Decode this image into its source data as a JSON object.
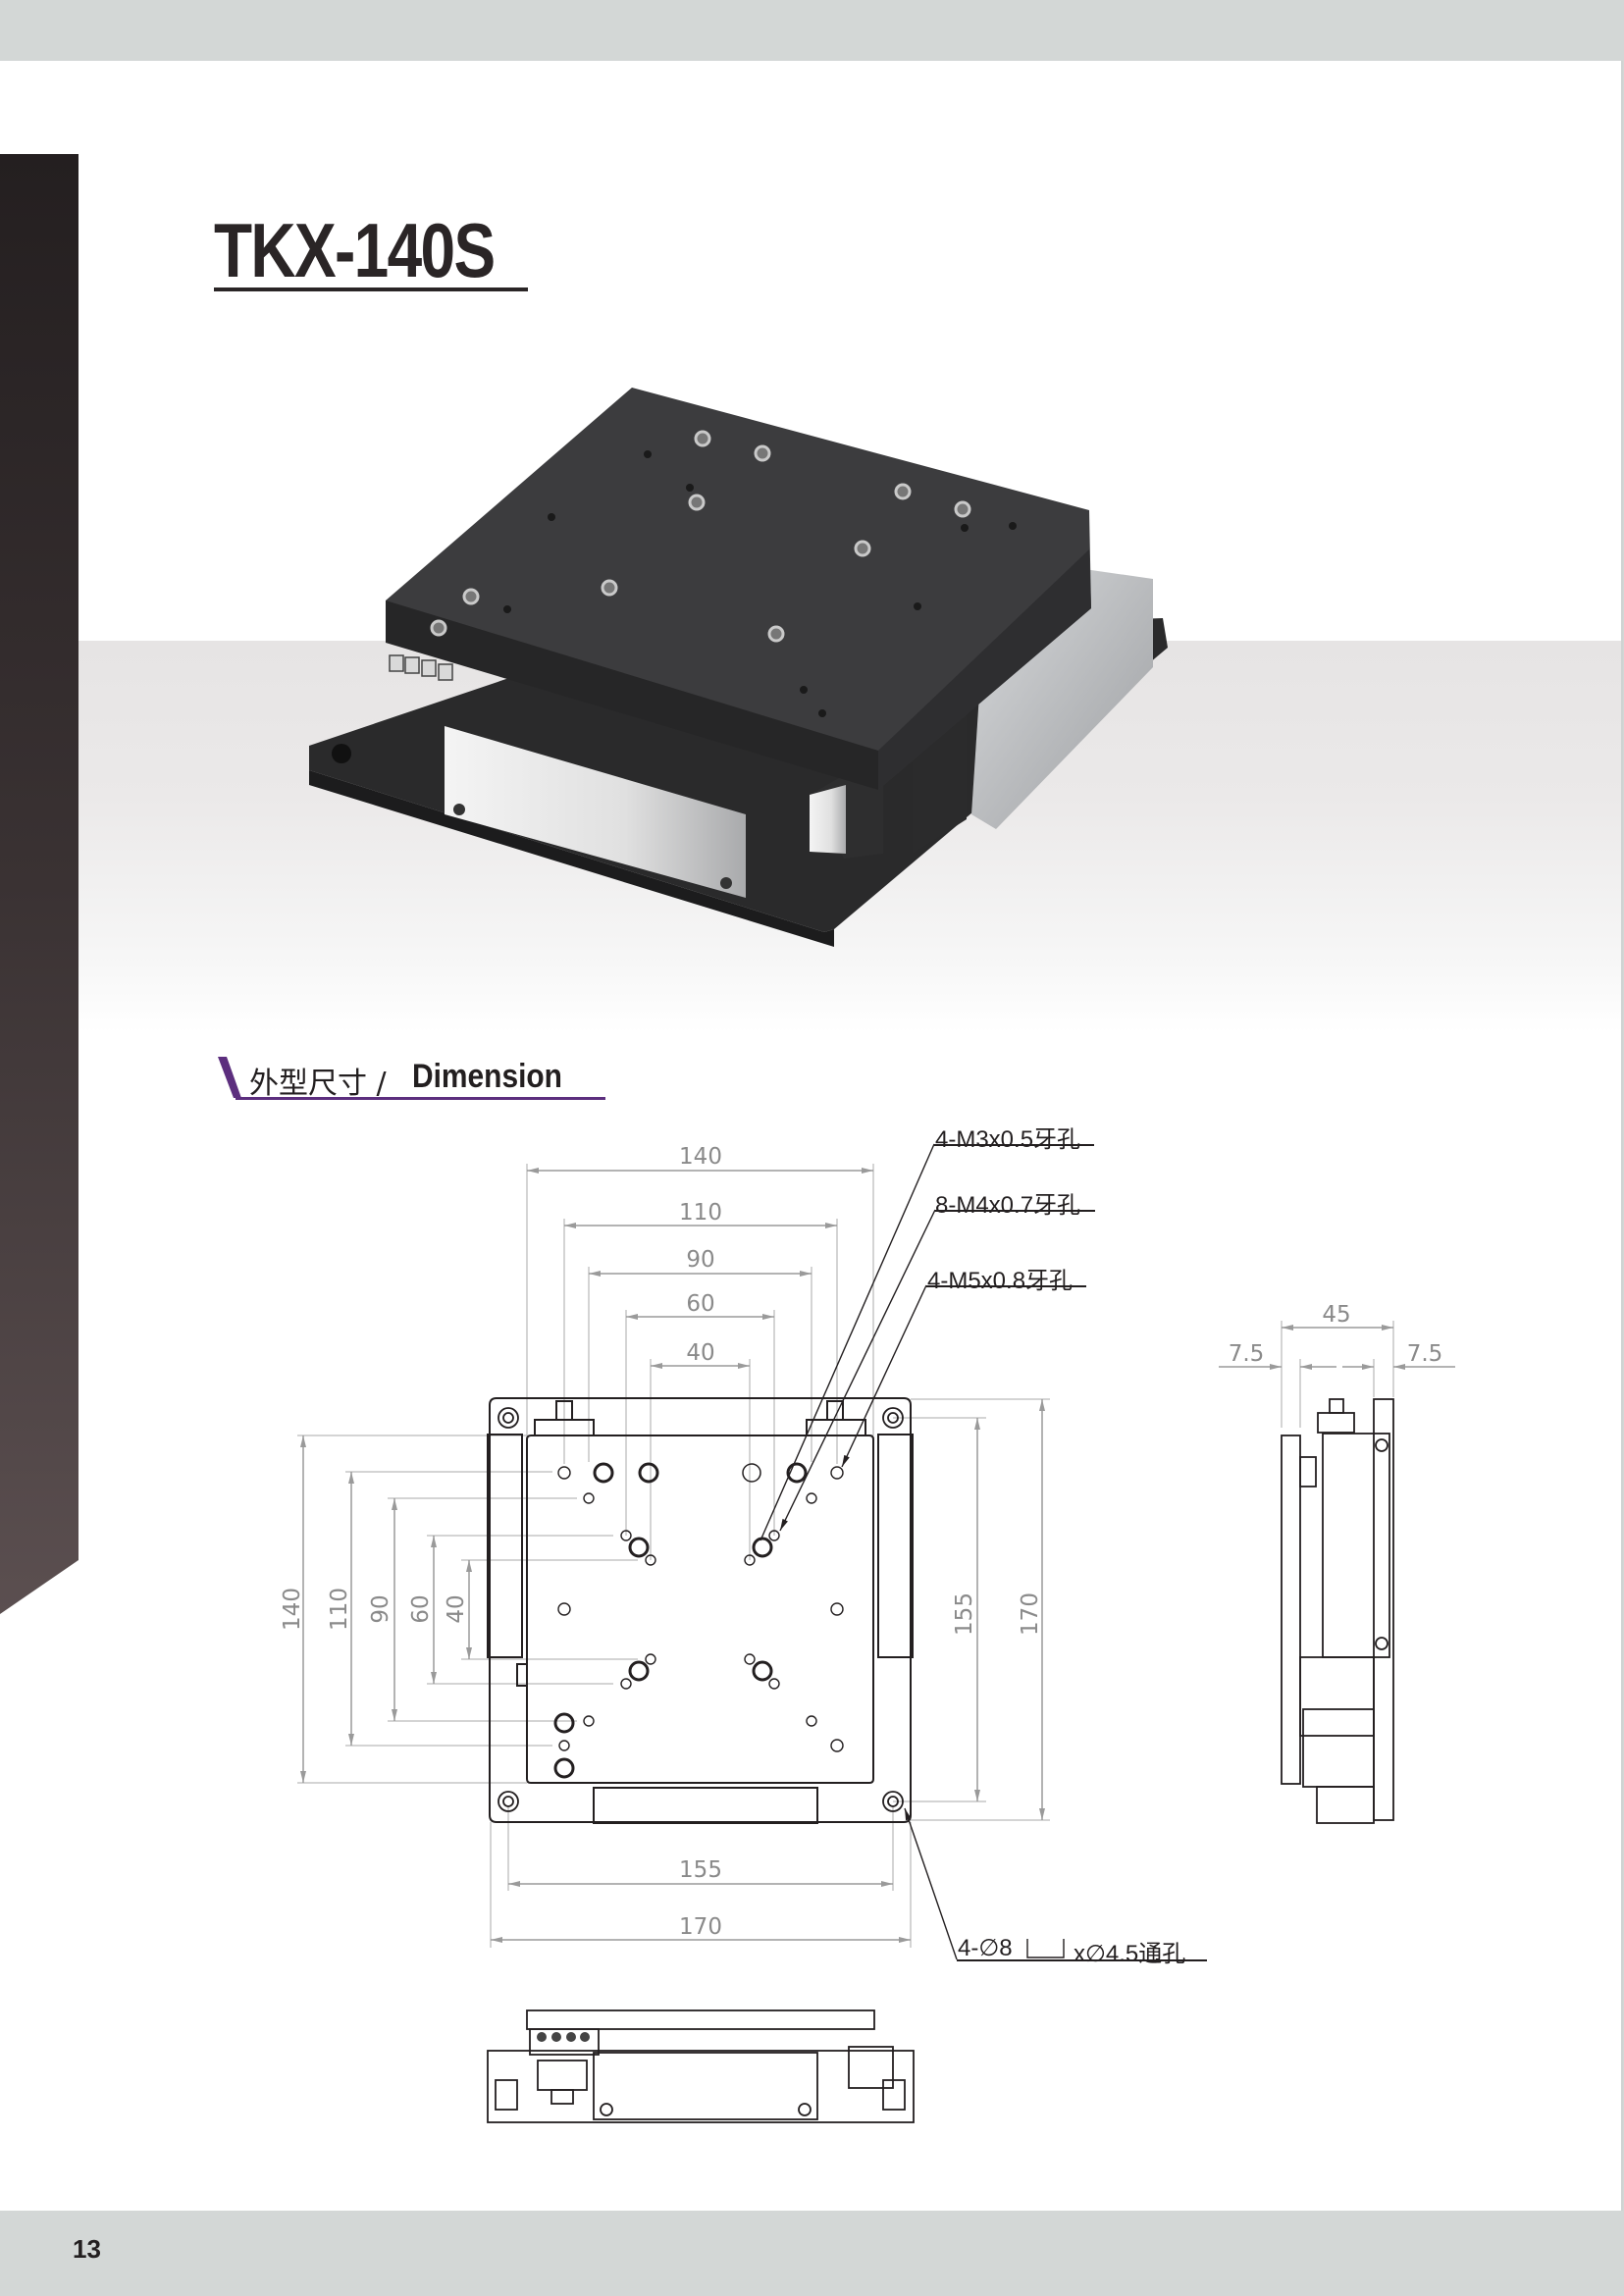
{
  "product": {
    "model": "TKX-140S"
  },
  "section": {
    "title_cn": "外型尺寸 /",
    "title_en": "Dimension",
    "accent_color": "#5c2e7e"
  },
  "drawing": {
    "top_view": {
      "horizontal_dims": [
        "140",
        "110",
        "90",
        "60",
        "40"
      ],
      "vertical_dims_left": [
        "140",
        "110",
        "90",
        "60",
        "40"
      ],
      "vertical_dims_right": [
        "155",
        "170"
      ],
      "bottom_dims": [
        "155",
        "170"
      ]
    },
    "side_view": {
      "dims": [
        "45",
        "7.5",
        "7.5"
      ]
    },
    "callouts": [
      "4-M3x0.5牙孔",
      "8-M4x0.7牙孔",
      "4-M5x0.8牙孔",
      "4-∅8",
      "x∅4.5通孔"
    ]
  },
  "footer": {
    "page_number": "13"
  }
}
